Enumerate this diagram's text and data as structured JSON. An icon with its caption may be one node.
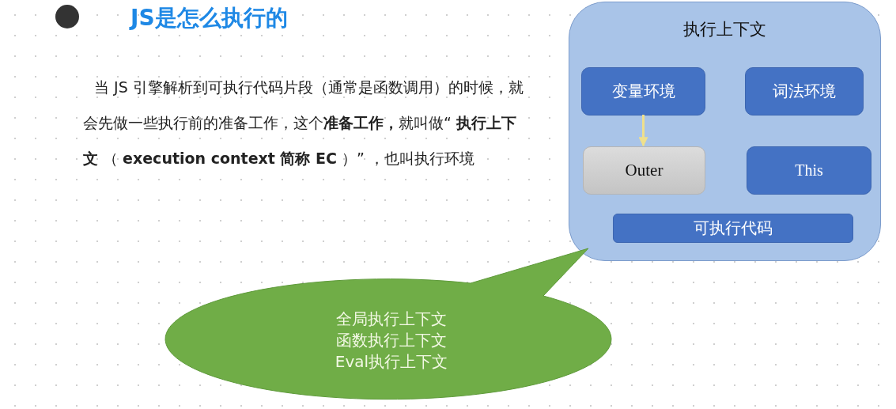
{
  "diagram": {
    "title": "JS是怎么执行的",
    "nodes": [
      {
        "text": [
          "执行上下文"
        ]
      },
      {
        "text": [
          "变量环境"
        ],
        "in": 0
      },
      {
        "text": [
          "词法环境"
        ],
        "in": 0
      },
      {
        "text": [
          "Outer"
        ],
        "in": 0
      },
      {
        "text": [
          "This"
        ],
        "in": 0
      },
      {
        "text": [
          "可执行代码"
        ],
        "in": 0
      },
      {
        "text": [
          "全局执行上下文",
          "函数执行上下文",
          "Eval执行上下文"
        ]
      }
    ],
    "edges": [
      {
        "from": 1,
        "to": 3,
        "arrow": "to",
        "color": "#efe08c"
      }
    ],
    "labels": [
      "当 JS 引擎解析到可执行代码片段（通常是函数调用）的时候，就会先做一些执行前的准备工作，这个**准备工作，**就叫做“ **执行上下文** （ **execution context 简称 EC** ）” ，也叫执行环境"
    ]
  }
}
